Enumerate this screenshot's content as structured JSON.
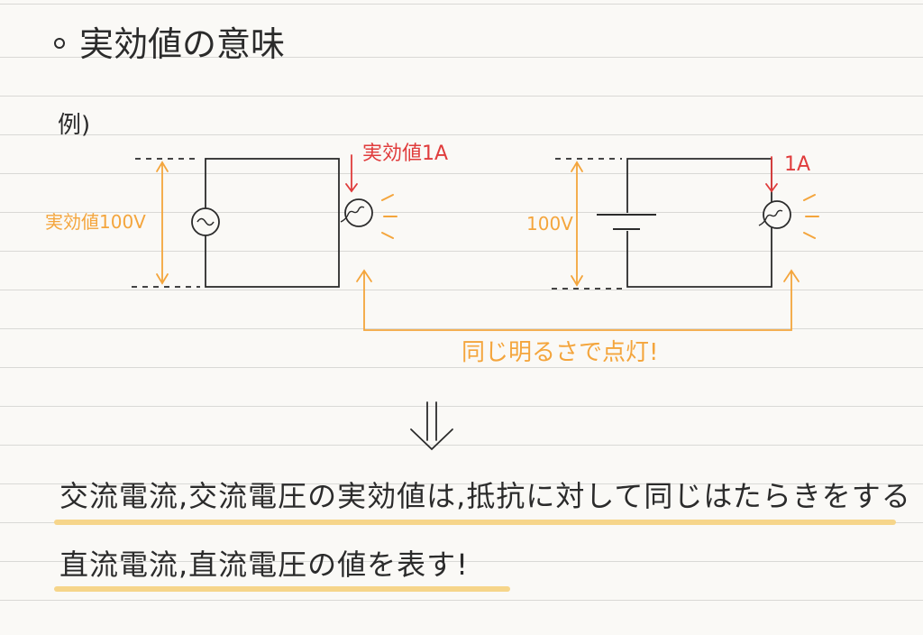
{
  "title": "実効値の意味",
  "example_label": "例)",
  "left_circuit": {
    "current_label": "実効値1A",
    "voltage_label": "実効値100V"
  },
  "right_circuit": {
    "current_label": "1A",
    "voltage_label": "100V"
  },
  "comparison_label": "同じ明るさで点灯!",
  "conclusion": {
    "line1": "交流電流,交流電圧の実効値は,抵抗に対して同じはたらきをする",
    "line2": "直流電流,直流電圧の値を表す!"
  },
  "colors": {
    "ink": "#2b2b2b",
    "red": "#e03c3c",
    "orange": "#f4a53c",
    "highlight": "#f6d58a"
  },
  "icons": {
    "ac_source": "ac-source-icon",
    "battery": "battery-icon",
    "bulb": "light-bulb-icon"
  }
}
